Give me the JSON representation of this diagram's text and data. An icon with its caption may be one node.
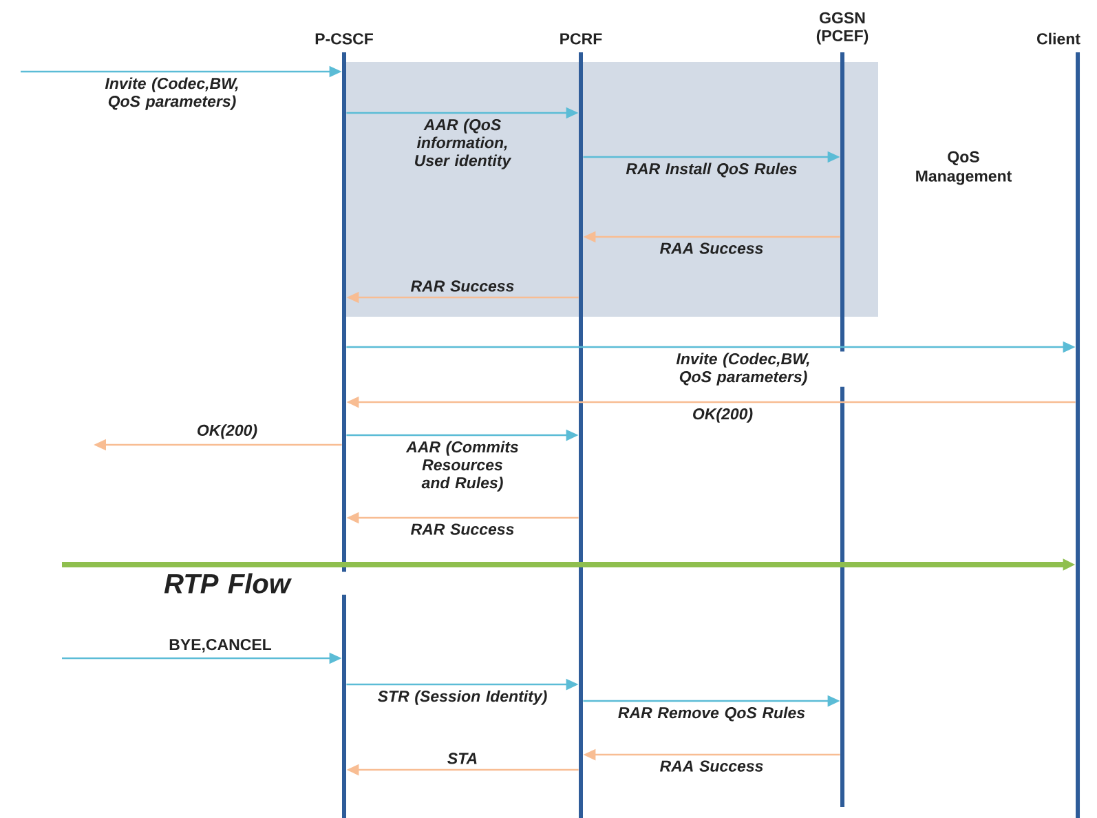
{
  "diagram": {
    "nodes": [
      {
        "text": [
          "P-CSCF"
        ]
      },
      {
        "text": [
          "PCRF"
        ]
      },
      {
        "text": [
          "GGSN (PCEF)"
        ]
      },
      {
        "text": [
          "Client"
        ]
      }
    ],
    "edges": [
      {
        "from": null,
        "to": 0,
        "arrow": "to",
        "label": "Invite (Codec,BW, QoS parameters)",
        "color": "#5bbcd6"
      },
      {
        "from": 0,
        "to": 1,
        "arrow": "to",
        "label": "AAR (QoS information, User identity",
        "color": "#5bbcd6"
      },
      {
        "from": 1,
        "to": 2,
        "arrow": "to",
        "label": "RAR Install QoS Rules",
        "color": "#5bbcd6"
      },
      {
        "from": 2,
        "to": 1,
        "arrow": "to",
        "label": "RAA Success",
        "color": "#f8bd93"
      },
      {
        "from": 1,
        "to": 0,
        "arrow": "to",
        "label": "RAR Success",
        "color": "#f8bd93"
      },
      {
        "from": 0,
        "to": 3,
        "arrow": "to",
        "label": "Invite (Codec,BW, QoS parameters)",
        "color": "#5bbcd6"
      },
      {
        "from": 3,
        "to": 0,
        "arrow": "to",
        "label": "OK(200)",
        "color": "#f8bd93"
      },
      {
        "from": 0,
        "to": null,
        "arrow": "to",
        "label": "OK(200)",
        "color": "#f8bd93"
      },
      {
        "from": 0,
        "to": 1,
        "arrow": "to",
        "label": "AAR (Commits Resources and Rules)",
        "color": "#5bbcd6"
      },
      {
        "from": 1,
        "to": 0,
        "arrow": "to",
        "label": "RAR Success",
        "color": "#f8bd93"
      },
      {
        "from": null,
        "to": 3,
        "arrow": "to",
        "label": "RTP Flow",
        "style": "thick",
        "color": "#8fbf4e"
      },
      {
        "from": null,
        "to": 0,
        "arrow": "to",
        "label": "BYE,CANCEL",
        "color": "#5bbcd6"
      },
      {
        "from": 0,
        "to": 1,
        "arrow": "to",
        "label": "STR (Session Identity)",
        "color": "#5bbcd6"
      },
      {
        "from": 1,
        "to": 2,
        "arrow": "to",
        "label": "RAR Remove QoS Rules",
        "color": "#5bbcd6"
      },
      {
        "from": 2,
        "to": 1,
        "arrow": "to",
        "label": "RAA Success",
        "color": "#f8bd93"
      },
      {
        "from": 1,
        "to": 0,
        "arrow": "to",
        "label": "STA",
        "color": "#f8bd93"
      }
    ],
    "labels": [
      "QoS Management"
    ]
  }
}
